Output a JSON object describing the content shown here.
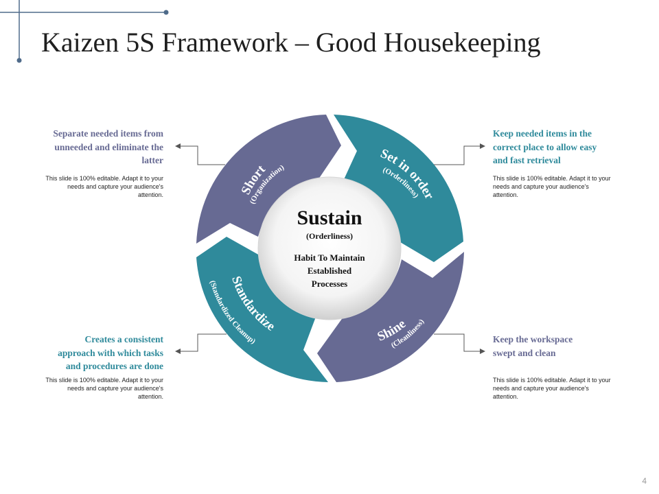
{
  "title": "Kaizen 5S Framework – Good Housekeeping",
  "center": {
    "title": "Sustain",
    "subtitle": "(Orderliness)",
    "body_line1": "Habit To Maintain",
    "body_line2": "Established",
    "body_line3": "Processes"
  },
  "segments": [
    {
      "id": "short",
      "label": "Short",
      "sublabel": "(Organization)",
      "color": "#676a93"
    },
    {
      "id": "set-in-order",
      "label": "Set in order",
      "sublabel": "(Orderliness)",
      "color": "#2f8a9b"
    },
    {
      "id": "shine",
      "label": "Shine",
      "sublabel": "(Cleanliness)",
      "color": "#676a93"
    },
    {
      "id": "standardize",
      "label": "Standardize",
      "sublabel": "(Standardized Cleanup)",
      "color": "#2f8a9b"
    }
  ],
  "captions": {
    "top_left": {
      "line1": "Separate needed items from",
      "line2": "unneeded and eliminate the",
      "line3": "latter",
      "note1": "This slide is 100% editable. Adapt it to your",
      "note2": "needs and capture your audience's",
      "note3": "attention."
    },
    "top_right": {
      "line1": "Keep needed items in the",
      "line2": "correct place to allow easy",
      "line3": "and fast retrieval",
      "note1": "This slide is 100% editable. Adapt it to your",
      "note2": "needs and capture your audience's",
      "note3": "attention."
    },
    "bottom_left": {
      "line1": "Creates a consistent",
      "line2": "approach with which tasks",
      "line3": "and procedures are done",
      "note1": "This slide is 100% editable. Adapt it to your",
      "note2": "needs and capture your audience's",
      "note3": "attention."
    },
    "bottom_right": {
      "line1": "Keep the workspace",
      "line2": "swept and clean",
      "note1": "This slide is 100% editable. Adapt it to your",
      "note2": "needs and capture your audience's",
      "note3": "attention."
    }
  },
  "page_number": "4",
  "colors": {
    "slate": "#676a93",
    "teal": "#2f8a9b",
    "title": "#1f1f1f",
    "deco": "#4f6b8a"
  }
}
